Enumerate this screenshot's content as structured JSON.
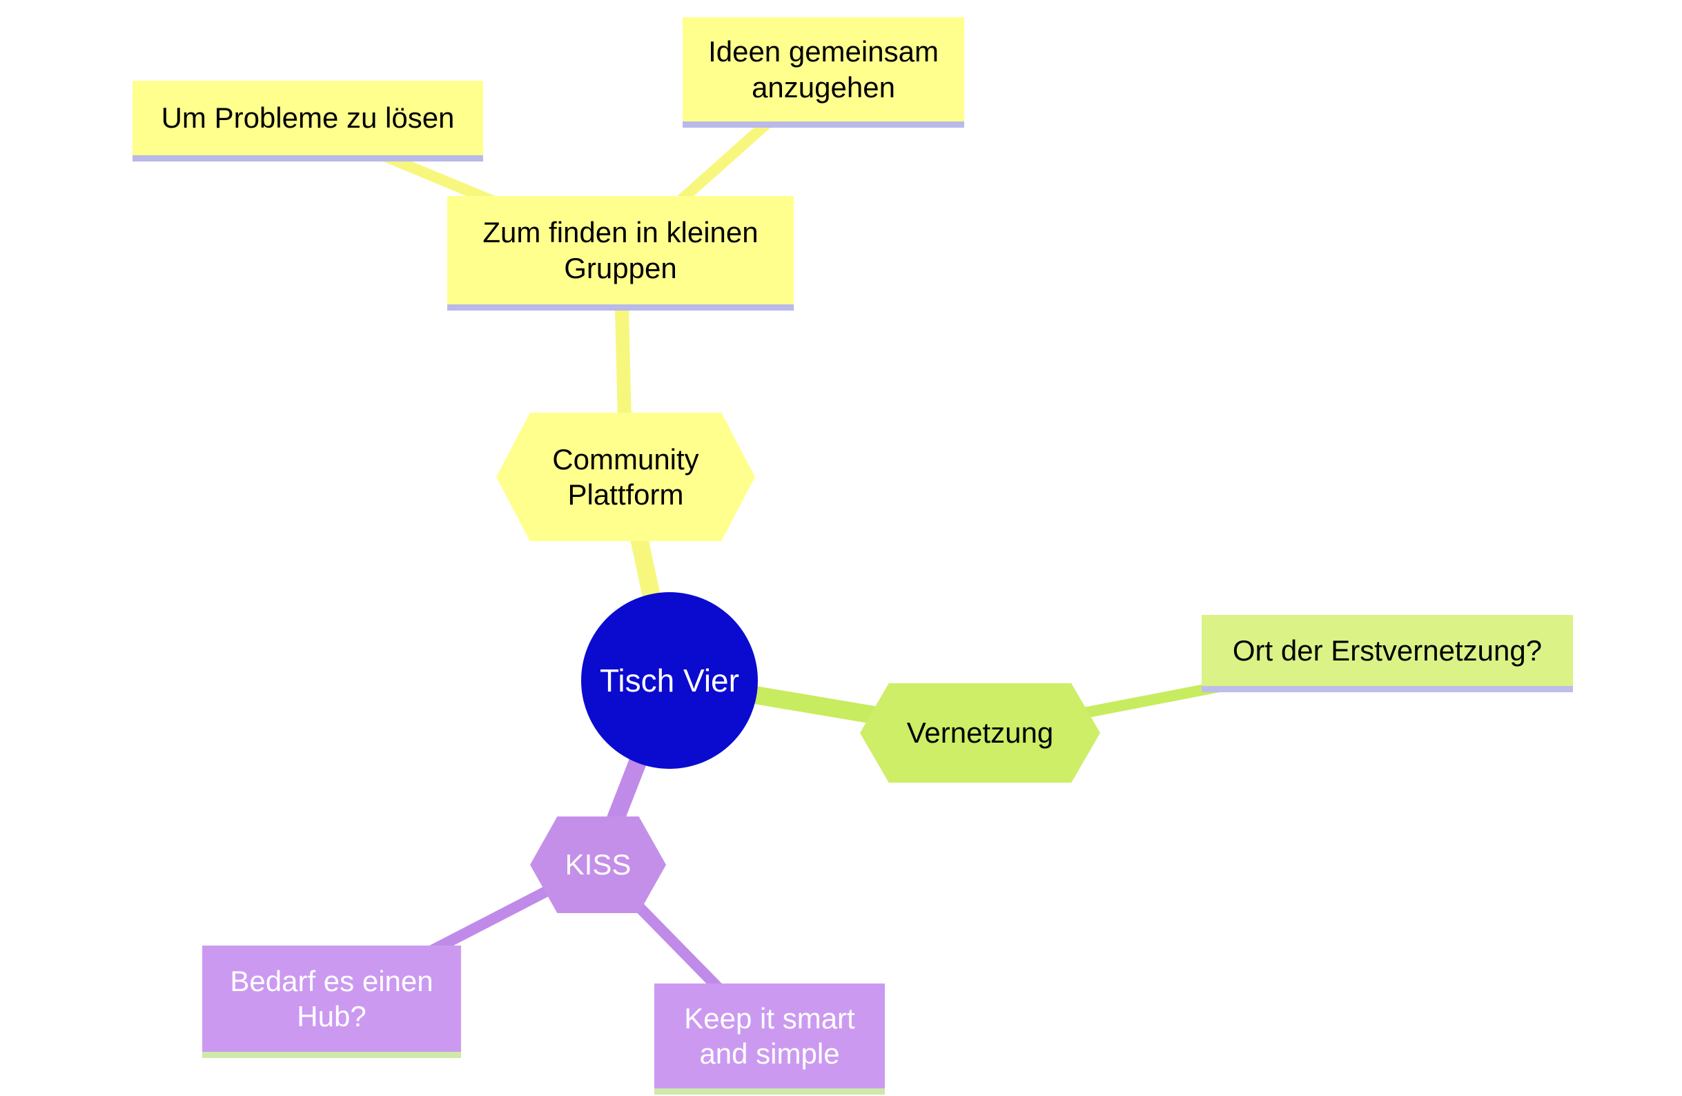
{
  "diagram": {
    "type": "mindmap",
    "background": "#ffffff",
    "colors": {
      "root_fill": "#0b0bd0",
      "root_text": "#ffffff",
      "yellow_fill": "#ffff8e",
      "yellow_edge": "#f7f77d",
      "green_hex_fill": "#cdee66",
      "green_leaf_fill": "#dbf287",
      "green_edge": "#c7ec5f",
      "purple_fill": "#cb9af0",
      "purple_edge": "#c08ae9",
      "underline_periwinkle": "#b9b9ea",
      "underline_pale_green": "#cfe9aa"
    },
    "root": {
      "label": "Tisch Vier"
    },
    "nodes": {
      "community": {
        "label": "Community Plattform"
      },
      "zum_finden": {
        "label": "Zum finden in kleinen Gruppen"
      },
      "um_probleme": {
        "label": "Um Probleme zu lösen"
      },
      "ideen": {
        "label": "Ideen gemeinsam anzugehen"
      },
      "vernetzung": {
        "label": "Vernetzung"
      },
      "ort": {
        "label": "Ort der Erstvernetzung?"
      },
      "kiss": {
        "label": "KISS"
      },
      "bedarf": {
        "label": "Bedarf es einen Hub?"
      },
      "keep": {
        "label": "Keep it smart and simple"
      }
    },
    "connections": [
      {
        "from": "root",
        "to": "community",
        "color": "yellow"
      },
      {
        "from": "community",
        "to": "zum_finden",
        "color": "yellow"
      },
      {
        "from": "zum_finden",
        "to": "um_probleme",
        "color": "yellow"
      },
      {
        "from": "zum_finden",
        "to": "ideen",
        "color": "yellow"
      },
      {
        "from": "root",
        "to": "vernetzung",
        "color": "green"
      },
      {
        "from": "vernetzung",
        "to": "ort",
        "color": "green"
      },
      {
        "from": "root",
        "to": "kiss",
        "color": "purple"
      },
      {
        "from": "kiss",
        "to": "bedarf",
        "color": "purple"
      },
      {
        "from": "kiss",
        "to": "keep",
        "color": "purple"
      }
    ]
  }
}
